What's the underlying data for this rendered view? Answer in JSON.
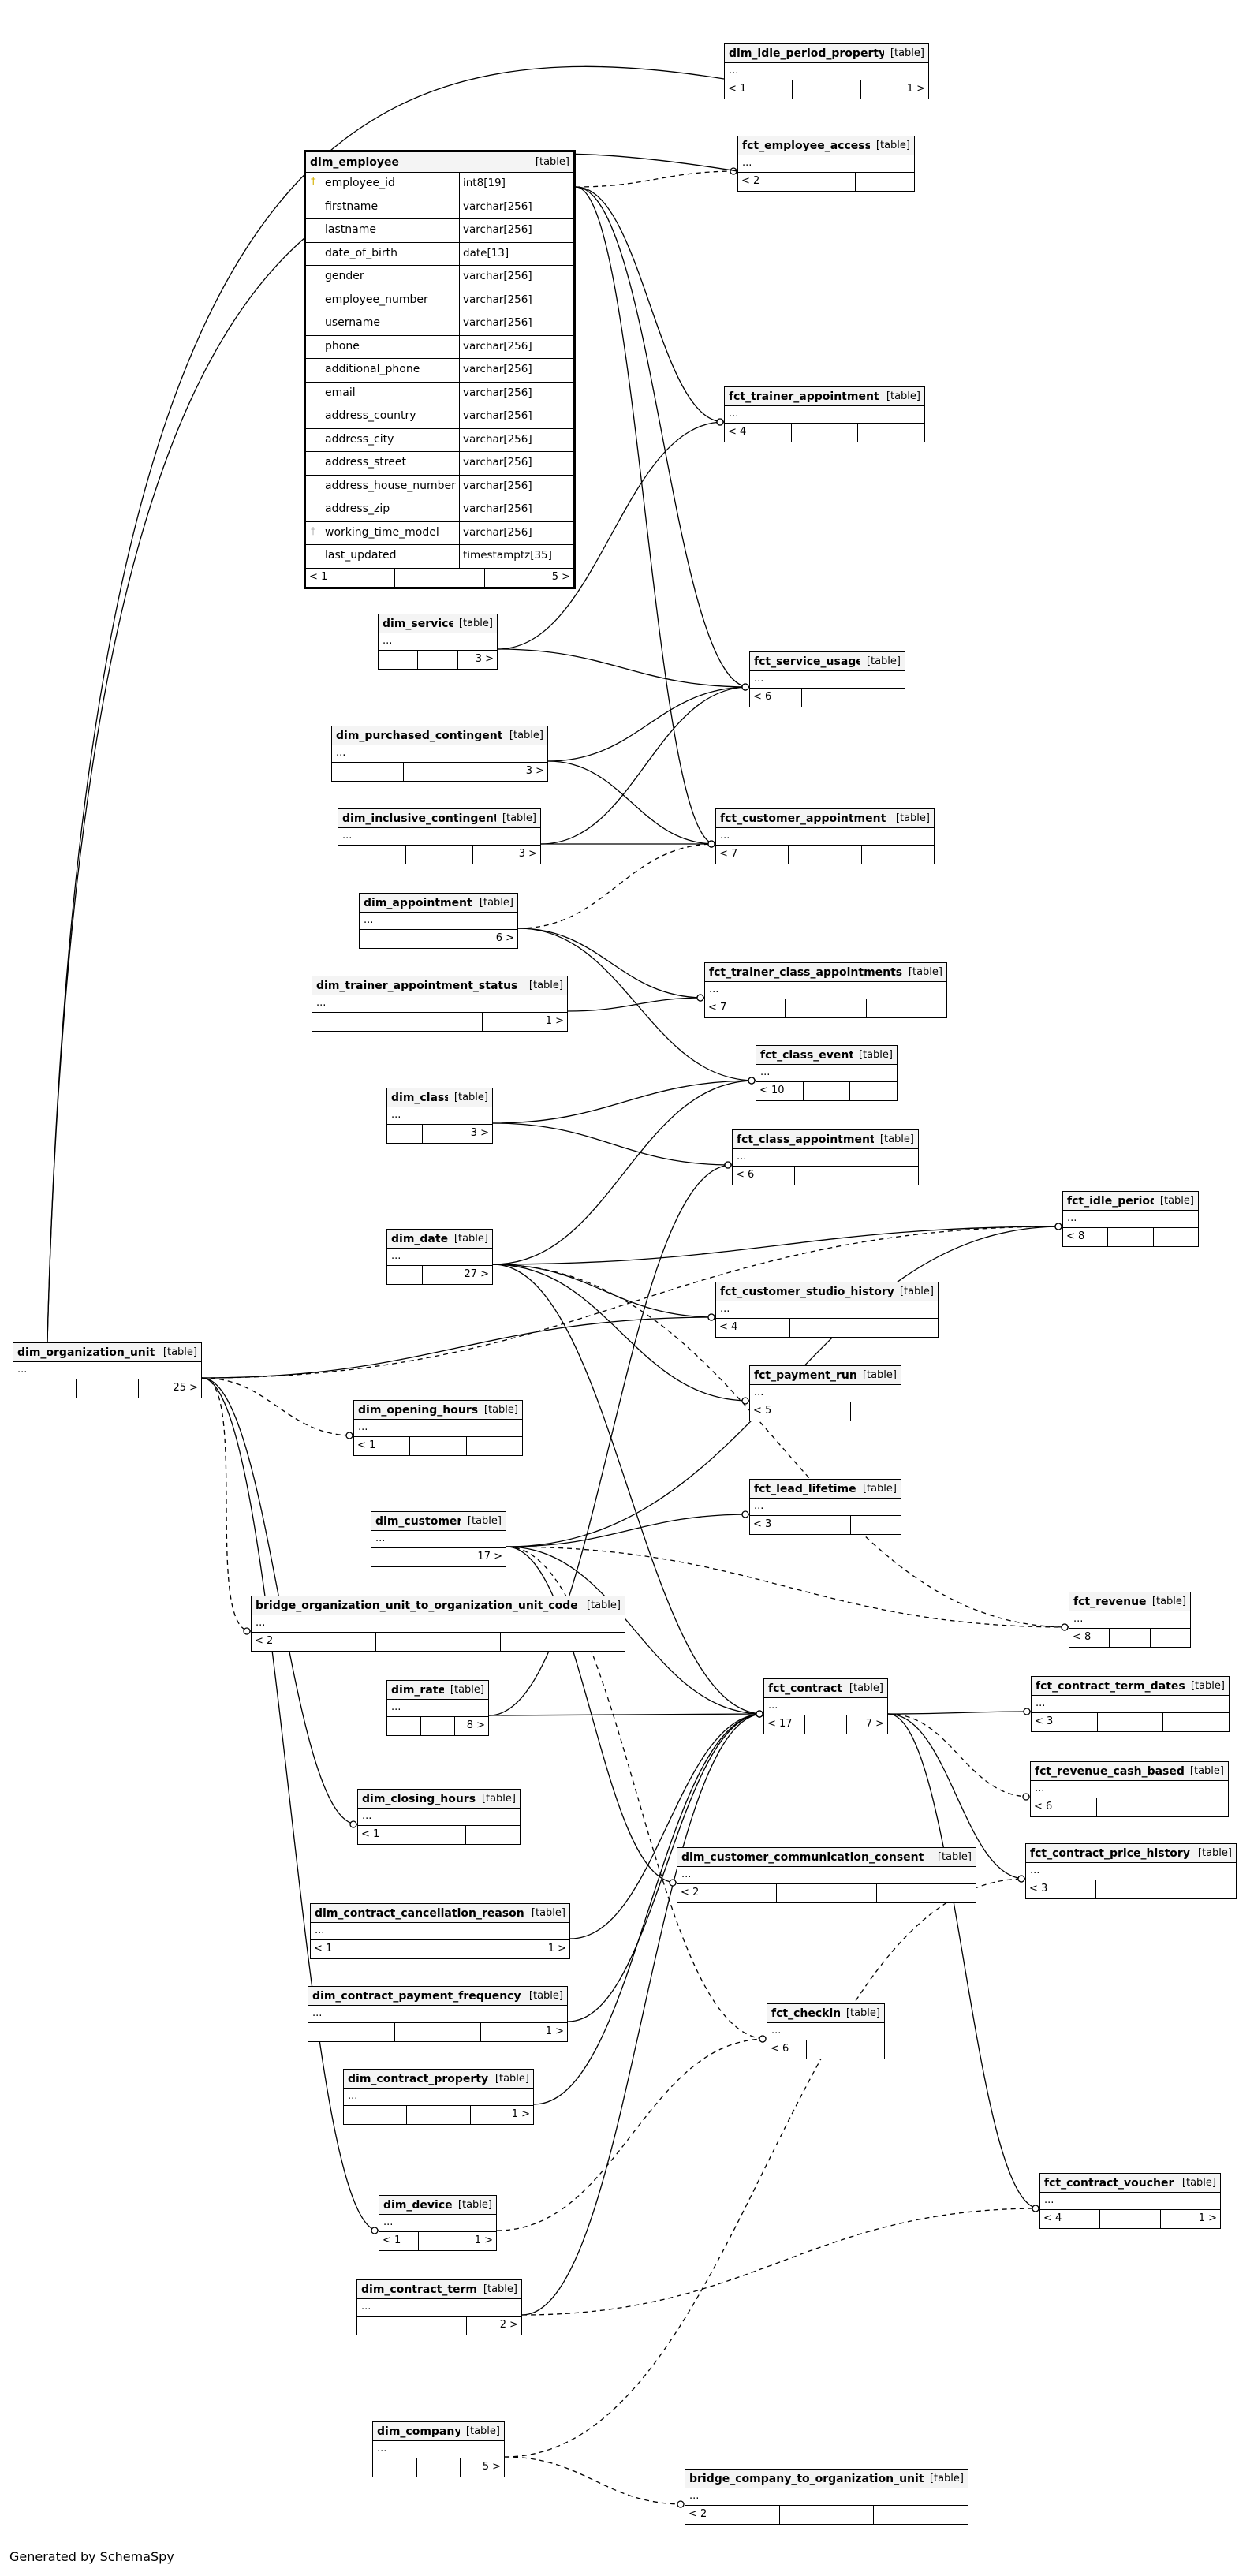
{
  "generated_by": "Generated by SchemaSpy",
  "employee": {
    "name": "dim_employee",
    "kind": "[table]",
    "columns": [
      {
        "name": "employee_id",
        "type": "int8[19]",
        "key": "pk"
      },
      {
        "name": "firstname",
        "type": "varchar[256]"
      },
      {
        "name": "lastname",
        "type": "varchar[256]"
      },
      {
        "name": "date_of_birth",
        "type": "date[13]"
      },
      {
        "name": "gender",
        "type": "varchar[256]"
      },
      {
        "name": "employee_number",
        "type": "varchar[256]"
      },
      {
        "name": "username",
        "type": "varchar[256]"
      },
      {
        "name": "phone",
        "type": "varchar[256]"
      },
      {
        "name": "additional_phone",
        "type": "varchar[256]"
      },
      {
        "name": "email",
        "type": "varchar[256]"
      },
      {
        "name": "address_country",
        "type": "varchar[256]"
      },
      {
        "name": "address_city",
        "type": "varchar[256]"
      },
      {
        "name": "address_street",
        "type": "varchar[256]"
      },
      {
        "name": "address_house_number",
        "type": "varchar[256]"
      },
      {
        "name": "address_zip",
        "type": "varchar[256]"
      },
      {
        "name": "working_time_model",
        "type": "varchar[256]",
        "key": "fk"
      },
      {
        "name": "last_updated",
        "type": "timestamptz[35]"
      }
    ],
    "footer": [
      "< 1",
      "",
      "5 >"
    ]
  },
  "tables": [
    {
      "id": "dim_idle_period_property",
      "name": "dim_idle_period_property",
      "kind": "[table]",
      "body": "...",
      "footer": [
        "< 1",
        "",
        "1 >"
      ]
    },
    {
      "id": "fct_employee_access",
      "name": "fct_employee_access",
      "kind": "[table]",
      "body": "...",
      "footer": [
        "< 2",
        "",
        ""
      ]
    },
    {
      "id": "fct_trainer_appointment",
      "name": "fct_trainer_appointment",
      "kind": "[table]",
      "body": "...",
      "footer": [
        "< 4",
        "",
        ""
      ]
    },
    {
      "id": "dim_service",
      "name": "dim_service",
      "kind": "[table]",
      "body": "...",
      "footer": [
        "",
        "",
        "3 >"
      ]
    },
    {
      "id": "fct_service_usage",
      "name": "fct_service_usage",
      "kind": "[table]",
      "body": "...",
      "footer": [
        "< 6",
        "",
        ""
      ]
    },
    {
      "id": "dim_purchased_contingent",
      "name": "dim_purchased_contingent",
      "kind": "[table]",
      "body": "...",
      "footer": [
        "",
        "",
        "3 >"
      ]
    },
    {
      "id": "dim_inclusive_contingent",
      "name": "dim_inclusive_contingent",
      "kind": "[table]",
      "body": "...",
      "footer": [
        "",
        "",
        "3 >"
      ]
    },
    {
      "id": "fct_customer_appointment",
      "name": "fct_customer_appointment",
      "kind": "[table]",
      "body": "...",
      "footer": [
        "< 7",
        "",
        ""
      ]
    },
    {
      "id": "dim_appointment",
      "name": "dim_appointment",
      "kind": "[table]",
      "body": "...",
      "footer": [
        "",
        "",
        "6 >"
      ]
    },
    {
      "id": "fct_trainer_class_appointments",
      "name": "fct_trainer_class_appointments",
      "kind": "[table]",
      "body": "...",
      "footer": [
        "< 7",
        "",
        ""
      ]
    },
    {
      "id": "dim_trainer_appointment_status",
      "name": "dim_trainer_appointment_status",
      "kind": "[table]",
      "body": "...",
      "footer": [
        "",
        "",
        "1 >"
      ]
    },
    {
      "id": "fct_class_event",
      "name": "fct_class_event",
      "kind": "[table]",
      "body": "...",
      "footer": [
        "< 10",
        "",
        ""
      ]
    },
    {
      "id": "dim_class",
      "name": "dim_class",
      "kind": "[table]",
      "body": "...",
      "footer": [
        "",
        "",
        "3 >"
      ]
    },
    {
      "id": "fct_class_appointment",
      "name": "fct_class_appointment",
      "kind": "[table]",
      "body": "...",
      "footer": [
        "< 6",
        "",
        ""
      ]
    },
    {
      "id": "fct_idle_period",
      "name": "fct_idle_period",
      "kind": "[table]",
      "body": "...",
      "footer": [
        "< 8",
        "",
        ""
      ]
    },
    {
      "id": "dim_date",
      "name": "dim_date",
      "kind": "[table]",
      "body": "...",
      "footer": [
        "",
        "",
        "27 >"
      ]
    },
    {
      "id": "fct_customer_studio_history",
      "name": "fct_customer_studio_history",
      "kind": "[table]",
      "body": "...",
      "footer": [
        "< 4",
        "",
        ""
      ]
    },
    {
      "id": "dim_organization_unit",
      "name": "dim_organization_unit",
      "kind": "[table]",
      "body": "...",
      "footer": [
        "",
        "",
        "25 >"
      ]
    },
    {
      "id": "fct_payment_run",
      "name": "fct_payment_run",
      "kind": "[table]",
      "body": "...",
      "footer": [
        "< 5",
        "",
        ""
      ]
    },
    {
      "id": "dim_opening_hours",
      "name": "dim_opening_hours",
      "kind": "[table]",
      "body": "...",
      "footer": [
        "< 1",
        "",
        ""
      ]
    },
    {
      "id": "fct_lead_lifetime",
      "name": "fct_lead_lifetime",
      "kind": "[table]",
      "body": "...",
      "footer": [
        "< 3",
        "",
        ""
      ]
    },
    {
      "id": "dim_customer",
      "name": "dim_customer",
      "kind": "[table]",
      "body": "...",
      "footer": [
        "",
        "",
        "17 >"
      ]
    },
    {
      "id": "fct_revenue",
      "name": "fct_revenue",
      "kind": "[table]",
      "body": "...",
      "footer": [
        "< 8",
        "",
        ""
      ]
    },
    {
      "id": "bridge_org_unit_code",
      "name": "bridge_organization_unit_to_organization_unit_code",
      "kind": "[table]",
      "body": "...",
      "footer": [
        "< 2",
        "",
        ""
      ]
    },
    {
      "id": "dim_rate",
      "name": "dim_rate",
      "kind": "[table]",
      "body": "...",
      "footer": [
        "",
        "",
        "8 >"
      ]
    },
    {
      "id": "fct_contract",
      "name": "fct_contract",
      "kind": "[table]",
      "body": "...",
      "footer": [
        "< 17",
        "",
        "7 >"
      ]
    },
    {
      "id": "fct_contract_term_dates",
      "name": "fct_contract_term_dates",
      "kind": "[table]",
      "body": "...",
      "footer": [
        "< 3",
        "",
        ""
      ]
    },
    {
      "id": "fct_revenue_cash_based",
      "name": "fct_revenue_cash_based",
      "kind": "[table]",
      "body": "...",
      "footer": [
        "< 6",
        "",
        ""
      ]
    },
    {
      "id": "dim_closing_hours",
      "name": "dim_closing_hours",
      "kind": "[table]",
      "body": "...",
      "footer": [
        "< 1",
        "",
        ""
      ]
    },
    {
      "id": "dim_customer_communication_consent",
      "name": "dim_customer_communication_consent",
      "kind": "[table]",
      "body": "...",
      "footer": [
        "< 2",
        "",
        ""
      ]
    },
    {
      "id": "fct_contract_price_history",
      "name": "fct_contract_price_history",
      "kind": "[table]",
      "body": "...",
      "footer": [
        "< 3",
        "",
        ""
      ]
    },
    {
      "id": "dim_contract_cancellation_reason",
      "name": "dim_contract_cancellation_reason",
      "kind": "[table]",
      "body": "...",
      "footer": [
        "< 1",
        "",
        "1 >"
      ]
    },
    {
      "id": "dim_contract_payment_frequency",
      "name": "dim_contract_payment_frequency",
      "kind": "[table]",
      "body": "...",
      "footer": [
        "",
        "",
        "1 >"
      ]
    },
    {
      "id": "fct_checkin",
      "name": "fct_checkin",
      "kind": "[table]",
      "body": "...",
      "footer": [
        "< 6",
        "",
        ""
      ]
    },
    {
      "id": "dim_contract_property",
      "name": "dim_contract_property",
      "kind": "[table]",
      "body": "...",
      "footer": [
        "",
        "",
        "1 >"
      ]
    },
    {
      "id": "fct_contract_voucher",
      "name": "fct_contract_voucher",
      "kind": "[table]",
      "body": "...",
      "footer": [
        "< 4",
        "",
        "1 >"
      ]
    },
    {
      "id": "dim_device",
      "name": "dim_device",
      "kind": "[table]",
      "body": "...",
      "footer": [
        "< 1",
        "",
        "1 >"
      ]
    },
    {
      "id": "dim_contract_term",
      "name": "dim_contract_term",
      "kind": "[table]",
      "body": "...",
      "footer": [
        "",
        "",
        "2 >"
      ]
    },
    {
      "id": "dim_company",
      "name": "dim_company",
      "kind": "[table]",
      "body": "...",
      "footer": [
        "",
        "",
        "5 >"
      ]
    },
    {
      "id": "bridge_company_to_organization_unit",
      "name": "bridge_company_to_organization_unit",
      "kind": "[table]",
      "body": "...",
      "footer": [
        "< 2",
        "",
        ""
      ]
    }
  ]
}
